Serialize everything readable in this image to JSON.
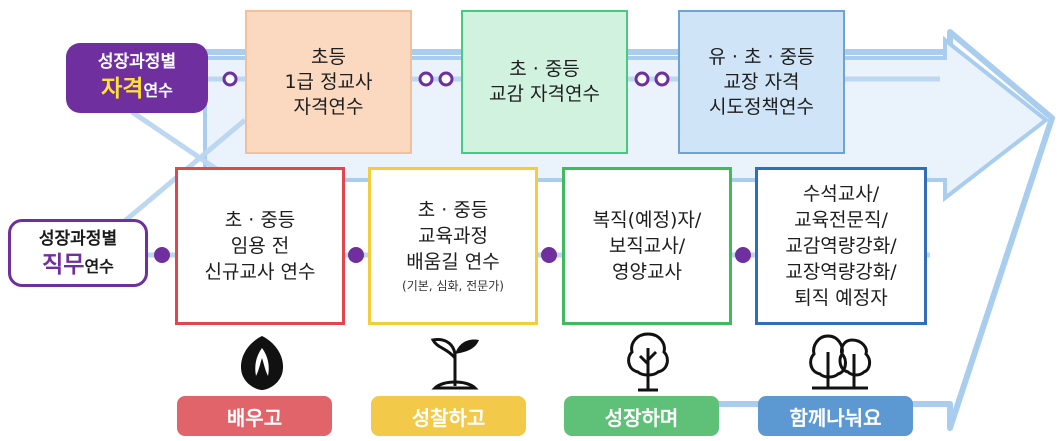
{
  "qualification_label": {
    "line1": "성장과정별",
    "keyword": "자격",
    "suffix": "연수"
  },
  "duty_label": {
    "line1": "성장과정별",
    "keyword": "직무",
    "suffix": "연수"
  },
  "qualification_courses": [
    {
      "lines": [
        "초등",
        "1급 정교사",
        "자격연수"
      ]
    },
    {
      "lines": [
        "초 · 중등",
        "교감 자격연수"
      ]
    },
    {
      "lines": [
        "유 · 초 · 중등",
        "교장 자격",
        "시도정책연수"
      ]
    }
  ],
  "duty_courses": [
    {
      "lines": [
        "초 · 중등",
        "임용 전",
        "신규교사 연수"
      ],
      "note": ""
    },
    {
      "lines": [
        "초 · 중등",
        "교육과정",
        "배움길 연수"
      ],
      "note": "(기본, 심화, 전문가)"
    },
    {
      "lines": [
        "복직(예정)자/",
        "보직교사/",
        "영양교사"
      ],
      "note": ""
    },
    {
      "lines": [
        "수석교사/",
        "교육전문직/",
        "교감역량강화/",
        "교장역량강화/",
        "퇴직 예정자"
      ],
      "note": ""
    }
  ],
  "stages": [
    "배우고",
    "성찰하고",
    "성장하며",
    "함께나눠요"
  ],
  "stage_icons": [
    "seed-icon",
    "sprout-icon",
    "tree-icon",
    "forest-icon"
  ],
  "colors": {
    "purple": "#6f2f9f",
    "arrow_fill": "#bcd7ef",
    "stage1": "#e1646a",
    "stage2": "#f2c948",
    "stage3": "#5fc178",
    "stage4": "#5c98d2"
  }
}
